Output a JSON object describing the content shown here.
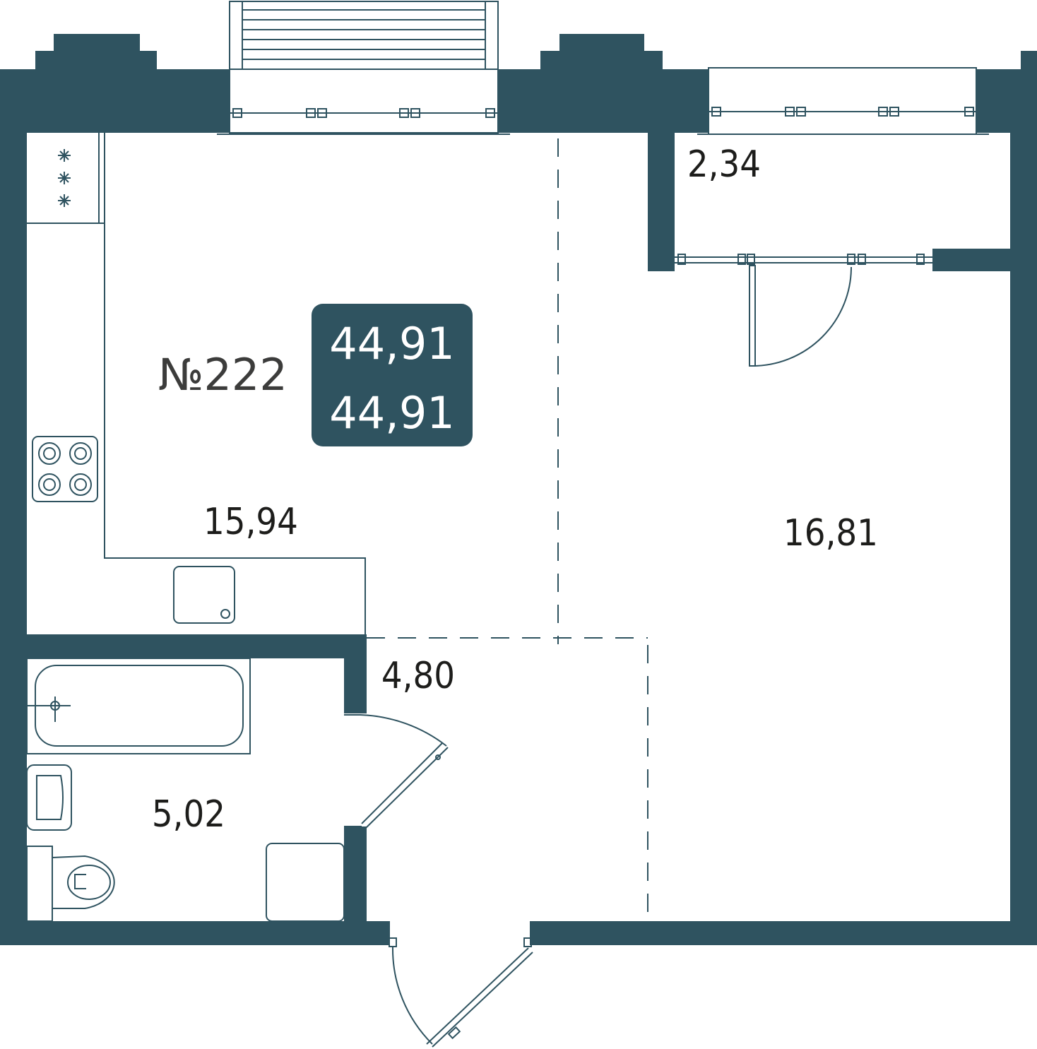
{
  "colors": {
    "wall": "#2f5360",
    "badge": "#2f5360",
    "text": "#1d1d1b"
  },
  "apartment": {
    "number": "№222",
    "total_area": "44,91",
    "living_area": "44,91"
  },
  "rooms": {
    "kitchen_living": "15,94",
    "loggia": "2,34",
    "room": "16,81",
    "hallway": "4,80",
    "bathroom": "5,02"
  },
  "icons": [
    "stove-icon",
    "sink-icon",
    "bathtub-icon",
    "washbasin-icon",
    "toilet-icon",
    "washing-machine-icon",
    "ventilation-icon",
    "door-icon",
    "window-icon"
  ]
}
